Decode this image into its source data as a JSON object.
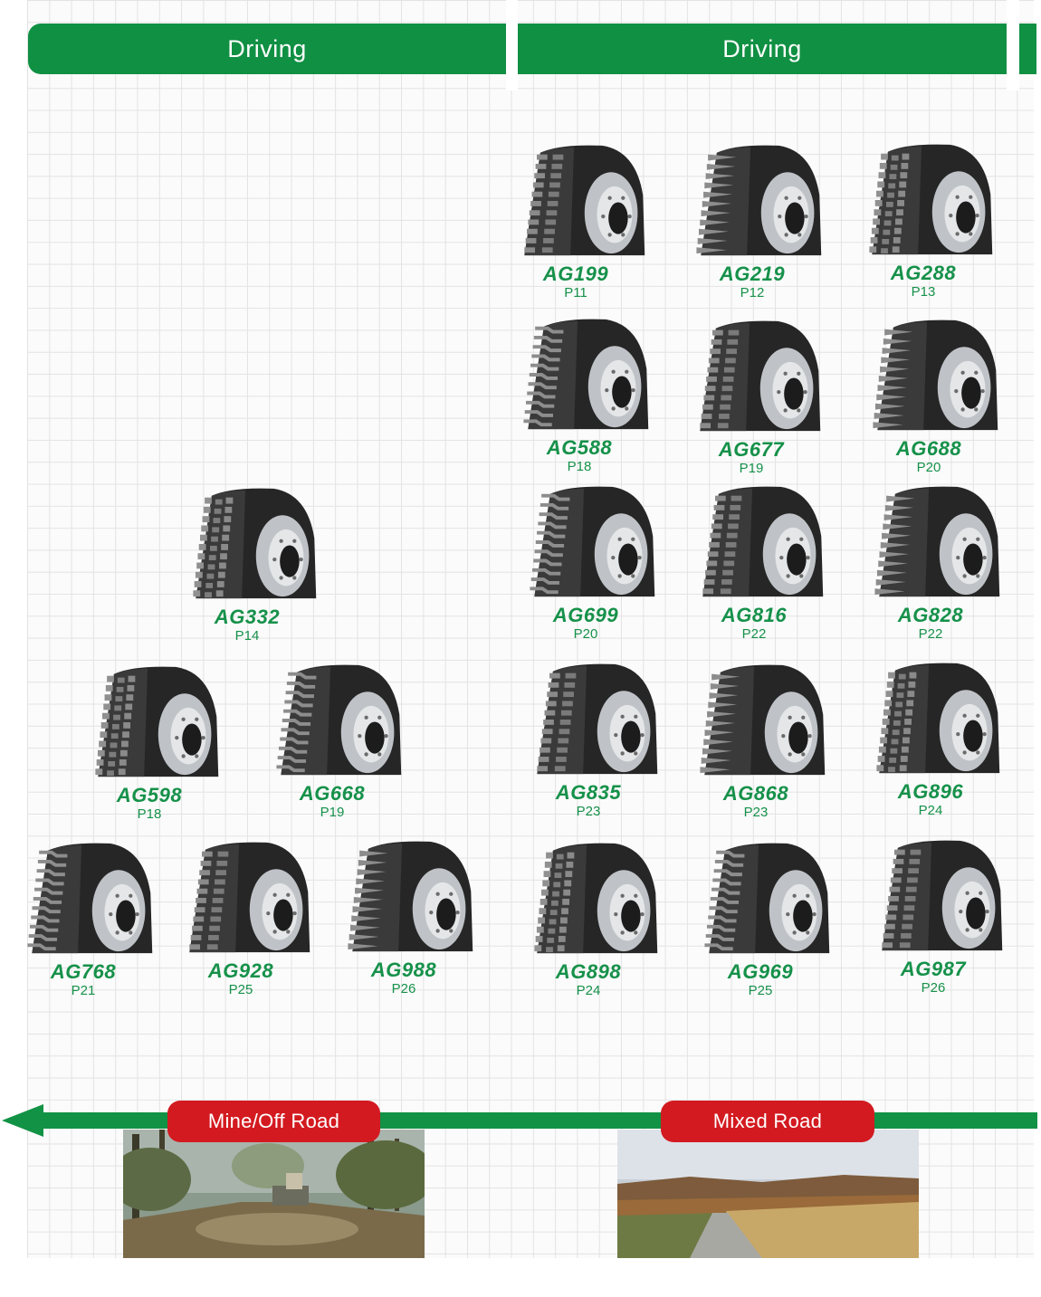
{
  "sections": {
    "left_title": "Driving",
    "right_title": "Driving"
  },
  "tires": [
    {
      "model": "AG199",
      "page": "P11"
    },
    {
      "model": "AG219",
      "page": "P12"
    },
    {
      "model": "AG288",
      "page": "P13"
    },
    {
      "model": "AG588",
      "page": "P18"
    },
    {
      "model": "AG677",
      "page": "P19"
    },
    {
      "model": "AG688",
      "page": "P20"
    },
    {
      "model": "AG332",
      "page": "P14"
    },
    {
      "model": "AG699",
      "page": "P20"
    },
    {
      "model": "AG816",
      "page": "P22"
    },
    {
      "model": "AG828",
      "page": "P22"
    },
    {
      "model": "AG598",
      "page": "P18"
    },
    {
      "model": "AG668",
      "page": "P19"
    },
    {
      "model": "AG835",
      "page": "P23"
    },
    {
      "model": "AG868",
      "page": "P23"
    },
    {
      "model": "AG896",
      "page": "P24"
    },
    {
      "model": "AG768",
      "page": "P21"
    },
    {
      "model": "AG928",
      "page": "P25"
    },
    {
      "model": "AG988",
      "page": "P26"
    },
    {
      "model": "AG898",
      "page": "P24"
    },
    {
      "model": "AG969",
      "page": "P25"
    },
    {
      "model": "AG987",
      "page": "P26"
    }
  ],
  "road_scale": {
    "left_label": "Mine/Off Road",
    "right_label": "Mixed Road"
  },
  "colors": {
    "brand_green": "#109043",
    "label_red": "#d31a20"
  }
}
